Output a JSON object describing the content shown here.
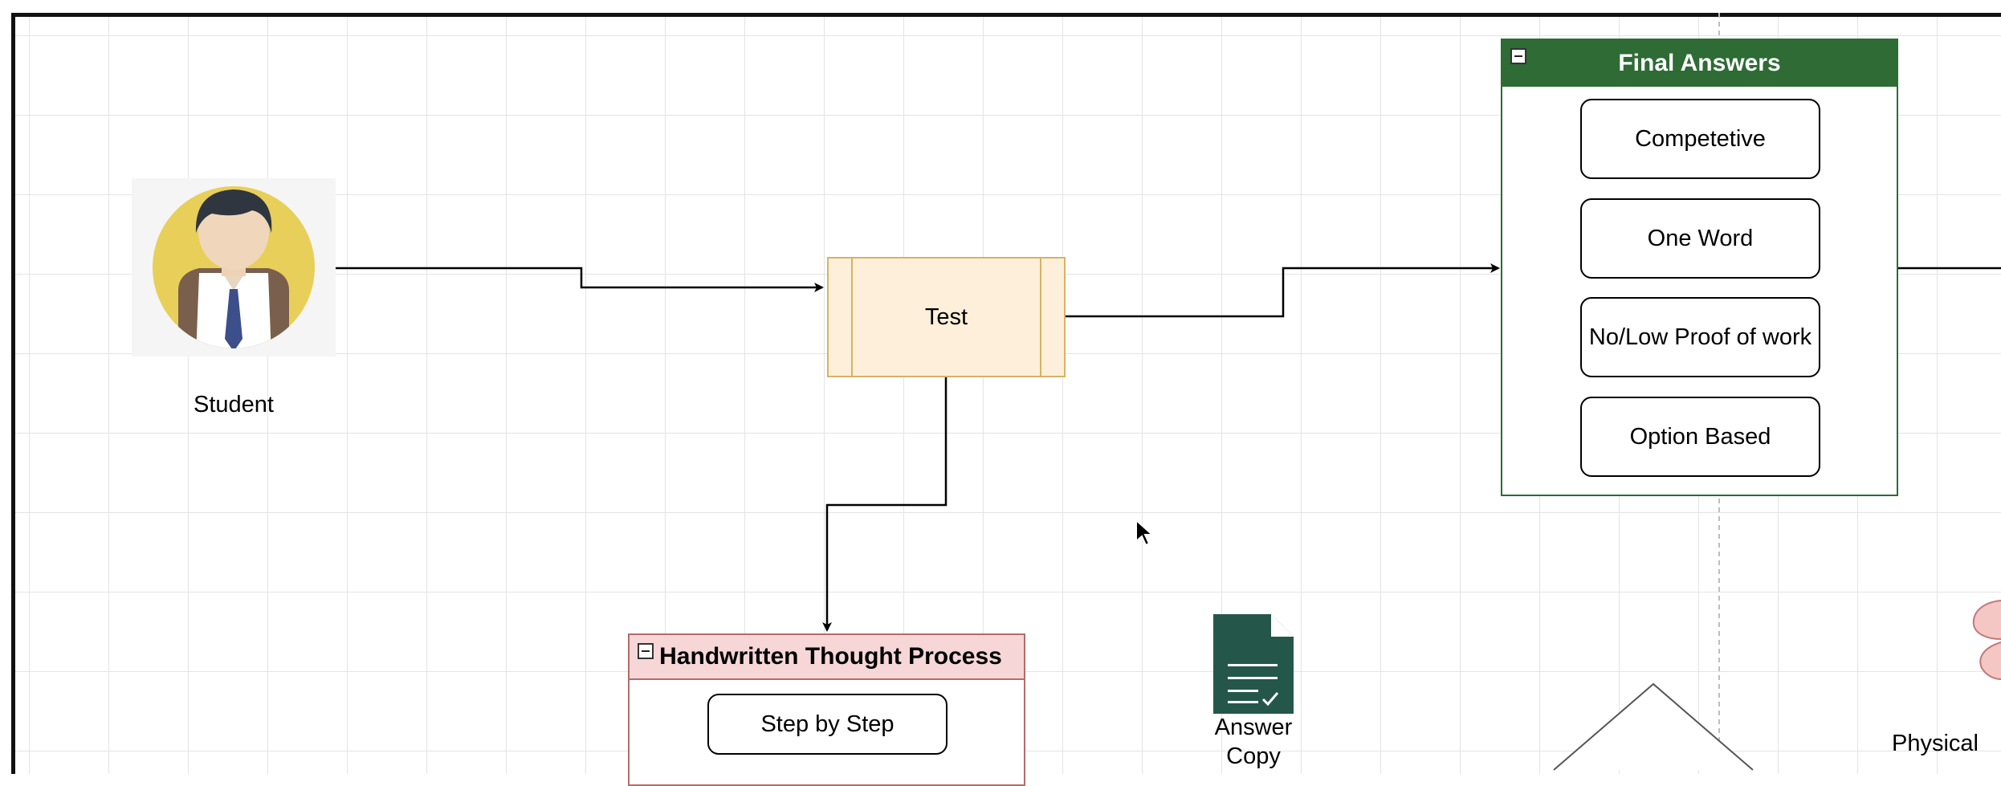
{
  "diagram": {
    "nodes": {
      "student": {
        "label": "Student"
      },
      "test": {
        "label": "Test"
      },
      "final_answers": {
        "title": "Final Answers",
        "items": [
          "Competetive",
          "One Word",
          "No/Low Proof of work",
          "Option Based"
        ]
      },
      "handwritten": {
        "title": "Handwritten Thought Process",
        "items": [
          "Step by Step"
        ]
      },
      "answer_copy": {
        "label_line1": "Answer",
        "label_line2": "Copy"
      },
      "physical": {
        "label": "Physical"
      }
    },
    "colors": {
      "final_answers_header": "#2e6b35",
      "final_answers_border": "#2e6b35",
      "handwritten_header": "#f6d6d6",
      "handwritten_border": "#b36b6b",
      "test_fill": "#fdefd9",
      "test_border": "#d6b266",
      "answer_copy_icon": "#24574a",
      "student_circle": "#e8cf5a"
    },
    "icons": [
      "student-avatar-icon",
      "document-check-icon",
      "mouse-cursor-icon"
    ]
  }
}
